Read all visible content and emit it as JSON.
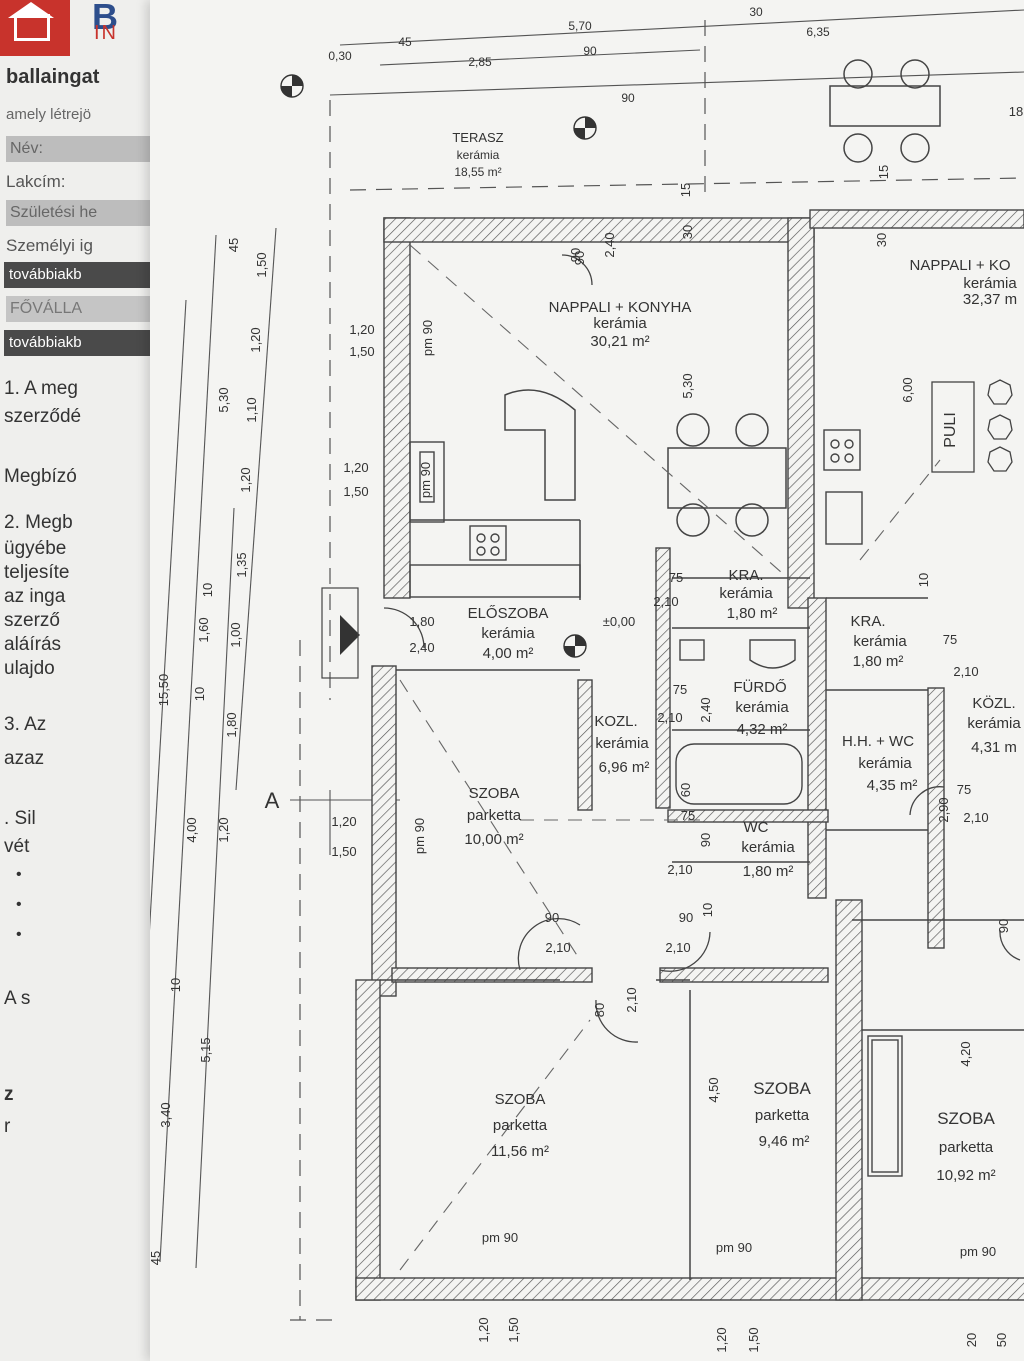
{
  "form": {
    "logo_letter": "B",
    "logo_sub": "IN",
    "company": "ballaingat",
    "intro": "amely létrejö",
    "name_label": "Név:",
    "address_label": "Lakcím:",
    "birth_label": "Születési he",
    "id_label": "Személyi ig",
    "extra1": "továbbiakb",
    "capital": "FŐVÁLLA",
    "extra2": "továbbiakb",
    "item1a": "1. A meg",
    "item1b": "szerződé",
    "item1c": "Megbízó",
    "item2a": "2. Megb",
    "item2b": "ügyébe",
    "item2c": "teljesíte",
    "item2d": "az inga",
    "item2e": "szerző",
    "item2f": "aláírás",
    "item2g": "ulajdo",
    "item3a": "3. Az",
    "item3b": "azaz",
    "item4a": ". Sil",
    "item4b": "vét",
    "bullet": "•",
    "item5a": "A s",
    "item6a": "z",
    "item6b": "r"
  },
  "plan": {
    "rooms": [
      {
        "name": "TERASZ",
        "floor": "kerámia",
        "area": "18,55 m²"
      },
      {
        "name": "NAPPALI + KONYHA",
        "floor": "kerámia",
        "area": "30,21 m²"
      },
      {
        "name": "ELŐSZOBA",
        "floor": "kerámia",
        "area": "4,00 m²"
      },
      {
        "name": "KRA.",
        "floor": "kerámia",
        "area": "1,80 m²"
      },
      {
        "name": "FÜRDŐ",
        "floor": "kerámia",
        "area": "4,32 m²"
      },
      {
        "name": "KOZL.",
        "floor": "kerámia",
        "area": "6,96 m²"
      },
      {
        "name": "SZOBA",
        "floor": "parketta",
        "area": "10,00 m²"
      },
      {
        "name": "WC",
        "floor": "kerámia",
        "area": "1,80 m²"
      },
      {
        "name": "SZOBA",
        "floor": "parketta",
        "area": "11,56 m²"
      },
      {
        "name": "SZOBA",
        "floor": "parketta",
        "area": "9,46 m²"
      },
      {
        "name": "NAPPALI + KO",
        "floor": "kerámia",
        "area": "32,37 m"
      },
      {
        "name": "KRA.",
        "floor": "kerámia",
        "area": "1,80 m²"
      },
      {
        "name": "H.H. + WC",
        "floor": "kerámia",
        "area": "4,35 m²"
      },
      {
        "name": "KÖZL.",
        "floor": "kerámia",
        "area": "4,31 m"
      },
      {
        "name": "SZOBA",
        "floor": "parketta",
        "area": "10,92 m²"
      }
    ],
    "puli": "PULI",
    "section_mark": "A",
    "level_zero": "±0,00",
    "dims_top": [
      "5,70",
      "30",
      "6,35",
      "45",
      "90",
      "2,85",
      "90",
      "0,30"
    ],
    "dims_left": [
      "15,50",
      "5,30",
      "4,00",
      "5,15",
      "3,40",
      "1,50",
      "1,20",
      "1,10",
      "1,20",
      "1,35",
      "1,60",
      "1,00",
      "1,80",
      "1,20",
      "45",
      "10",
      "10",
      "10",
      "45"
    ],
    "dims_misc": [
      "1,20",
      "1,50",
      "pm 90",
      "1,20",
      "1,50",
      "pm 90",
      "90",
      "1,80",
      "2,40",
      "1,20",
      "1,50",
      "pm 90",
      "90",
      "2,10",
      "90",
      "2,10",
      "80",
      "2,10",
      "4,50",
      "pm 90",
      "pm 90",
      "pm 90",
      "1,20",
      "1,50",
      "1,20",
      "1,50",
      "20",
      "50",
      "75",
      "2,10",
      "75",
      "2,10",
      "75",
      "2,10",
      "2,40",
      "90",
      "60",
      "10",
      "15",
      "30",
      "2,40",
      "90",
      "5,30",
      "6,00",
      "15",
      "10",
      "75",
      "2,10",
      "75",
      "2,10",
      "2,90",
      "90",
      "4,20",
      "30",
      "18"
    ]
  }
}
